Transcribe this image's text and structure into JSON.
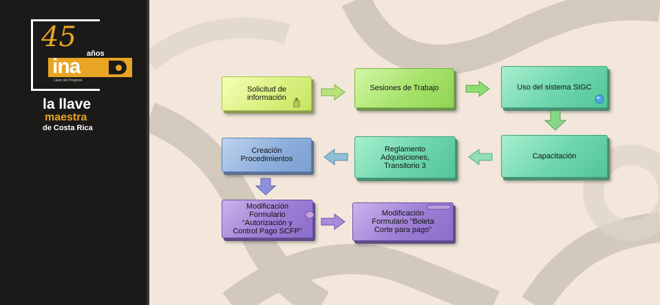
{
  "brand": {
    "anniversary_number": "45",
    "anniversary_word": "años",
    "logo_text": "ina",
    "tagline": "Llave del Progreso",
    "slogan_line1": "la llave",
    "slogan_line2": "maestra",
    "slogan_line3": "de Costa Rica",
    "colors": {
      "panel": "#1c1a18",
      "accent": "#e8a524"
    }
  },
  "diagram": {
    "background_color": "#f2e7da",
    "nodes": [
      {
        "id": "solicitud",
        "label": "Solicitud de\ninformación",
        "color": "#d9f080"
      },
      {
        "id": "sesiones",
        "label": "Sesiones de Trabajo",
        "color": "#a7e36b"
      },
      {
        "id": "uso_sigc",
        "label": "Uso del sistema SIGC",
        "color": "#6dd6ac"
      },
      {
        "id": "capacitacion",
        "label": "Capacitación",
        "color": "#6dd6ac"
      },
      {
        "id": "reglamento",
        "label": "Reglamento\nAdquisiciones,\nTransitorio 3",
        "color": "#6dd6ac"
      },
      {
        "id": "creacion",
        "label": "Creación\nProcedimientos",
        "color": "#8fb0dd"
      },
      {
        "id": "mod_autorizacion",
        "label": "Modificación\nFormulario\n“Autorización y\nControl Pago SCFP”",
        "color": "#9d7fd6"
      },
      {
        "id": "mod_boleta",
        "label": "Modificación\nFormulario  “Boleta\nCorte para pago”",
        "color": "#9d7fd6"
      }
    ],
    "flow": [
      {
        "from": "solicitud",
        "to": "sesiones",
        "direction": "right"
      },
      {
        "from": "sesiones",
        "to": "uso_sigc",
        "direction": "right"
      },
      {
        "from": "uso_sigc",
        "to": "capacitacion",
        "direction": "down"
      },
      {
        "from": "capacitacion",
        "to": "reglamento",
        "direction": "left"
      },
      {
        "from": "reglamento",
        "to": "creacion",
        "direction": "left"
      },
      {
        "from": "creacion",
        "to": "mod_autorizacion",
        "direction": "down"
      },
      {
        "from": "mod_autorizacion",
        "to": "mod_boleta",
        "direction": "right"
      }
    ],
    "decorations": [
      {
        "node": "solicitud",
        "icon": "bottle-icon"
      },
      {
        "node": "uso_sigc",
        "icon": "globe-icon"
      },
      {
        "node": "mod_autorizacion",
        "icon": "gem-icon"
      },
      {
        "node": "mod_boleta",
        "icon": "tube-icon"
      }
    ]
  }
}
